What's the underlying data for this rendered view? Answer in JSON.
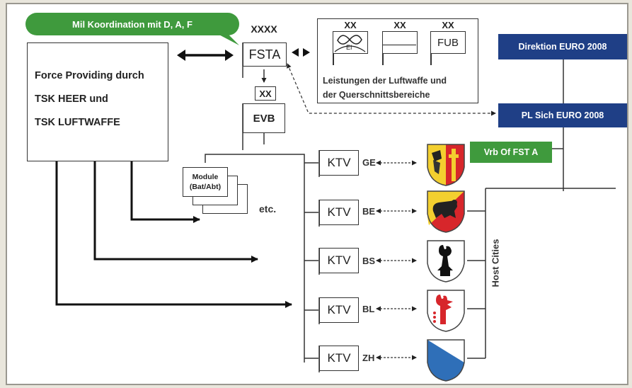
{
  "coordination_label": "Mil Koordination mit D, A, F",
  "force_providing": {
    "line1": "Force Providing durch",
    "line2": "TSK HEER und",
    "line3": "TSK LUFTWAFFE"
  },
  "fsta": {
    "echelon": "XXXX",
    "label": "FSTA"
  },
  "evb": {
    "echelon": "XX",
    "label": "EVB"
  },
  "services": {
    "echelon": "XX",
    "ei_label": "EI",
    "fub_label": "FUB",
    "caption_line1": "Leistungen der Luftwaffe und",
    "caption_line2": "der Querschnittsbereiche"
  },
  "direktion": "Direktion EURO 2008",
  "pl_sich": "PL Sich EURO 2008",
  "vrb": "Vrb Of FST A",
  "modules": {
    "line1": "Module",
    "line2": "(Bat/Abt)",
    "etc": "etc."
  },
  "host_cities_label": "Host Cities",
  "ktv_label": "KTV",
  "cities": [
    {
      "code": "GE",
      "coat": "geneva"
    },
    {
      "code": "BE",
      "coat": "bern"
    },
    {
      "code": "BS",
      "coat": "basel-stadt"
    },
    {
      "code": "BL",
      "coat": "basel-land"
    },
    {
      "code": "ZH",
      "coat": "zurich"
    }
  ],
  "colors": {
    "blue": "#1f3f86",
    "green": "#3f9a3d",
    "red": "#d7262b",
    "zh_blue": "#2f6fb8",
    "frame": "#e9e6dc"
  }
}
